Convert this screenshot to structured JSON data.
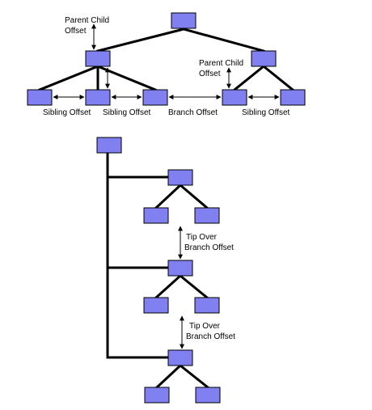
{
  "labels": {
    "parent_child_offset_left": [
      "Parent Child",
      "Offset"
    ],
    "parent_child_offset_right": [
      "Parent Child",
      "Offset"
    ],
    "sibling_offset_1": "Sibling Offset",
    "sibling_offset_2": "Sibling Offset",
    "branch_offset": "Branch Offset",
    "sibling_offset_3": "Sibling Offset",
    "tip_over_1": [
      "Tip Over",
      "Branch Offset"
    ],
    "tip_over_2": [
      "Tip Over",
      "Branch Offset"
    ]
  },
  "colors": {
    "node_fill": "#8080f0",
    "line": "#000000",
    "background": "#ffffff"
  }
}
